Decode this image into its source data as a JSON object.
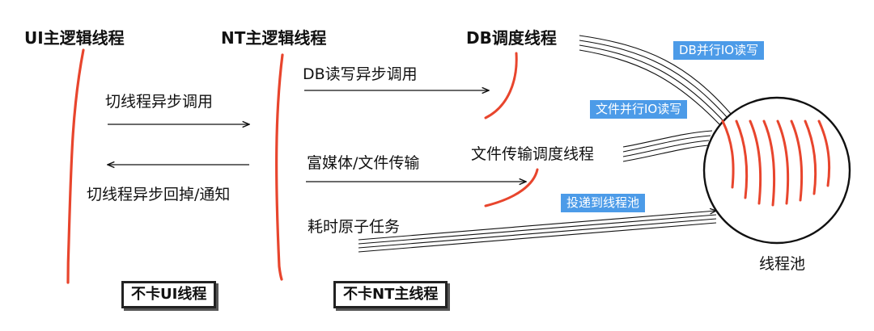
{
  "headers": {
    "ui_thread": "UI主逻辑线程",
    "nt_thread": "NT主逻辑线程",
    "db_thread": "DB调度线程"
  },
  "labels": {
    "switch_async_call": "切线程异步调用",
    "switch_async_callback": "切线程异步回掉/通知",
    "db_rw_async": "DB读写异步调用",
    "rich_media_transfer": "富媒体/文件传输",
    "file_transfer_thread": "文件传输调度线程",
    "long_atomic_task": "耗时原子任务",
    "thread_pool": "线程池"
  },
  "tags": {
    "db_parallel_io": "DB并行IO读写",
    "file_parallel_io": "文件并行IO读写",
    "deliver_to_pool": "投递到线程池"
  },
  "boxes": {
    "no_block_ui": "不卡UI线程",
    "no_block_nt": "不卡NT主线程"
  },
  "colors": {
    "thread_line": "#e8452d",
    "tag_bg": "#4c9be8",
    "ink": "#111111"
  }
}
